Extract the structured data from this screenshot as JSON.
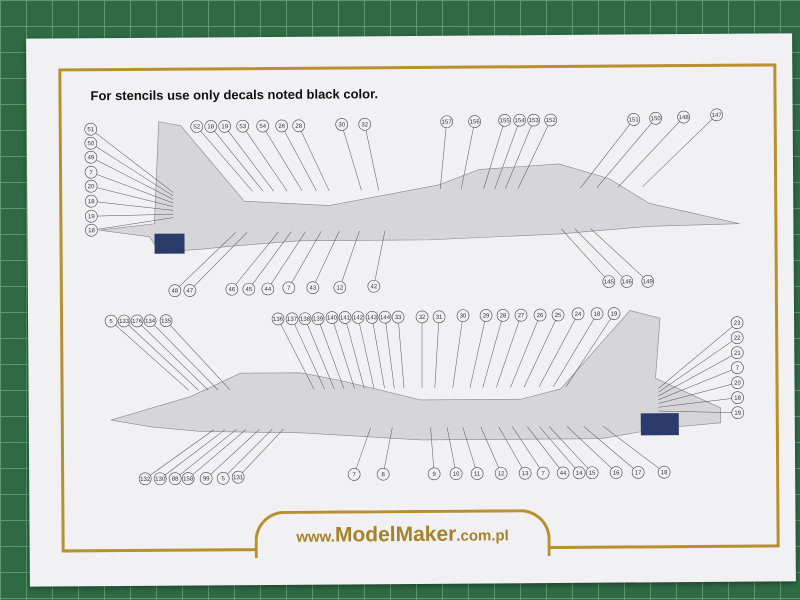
{
  "header": {
    "note": "For stencils use only decals noted black color."
  },
  "logo": {
    "prefix": "www.",
    "brand": "ModelMaker",
    "suffix": ".com.pl"
  },
  "top_view": {
    "left": [
      "51",
      "50",
      "49",
      "7",
      "20",
      "18",
      "19",
      "18"
    ],
    "top": [
      "52",
      "18",
      "19",
      "53",
      "54",
      "26",
      "28",
      "30",
      "32",
      "157",
      "156",
      "155",
      "154",
      "153",
      "152",
      "151",
      "150",
      "148",
      "147"
    ],
    "bottom": [
      "48",
      "47",
      "46",
      "45",
      "44",
      "7",
      "43",
      "12",
      "42",
      "145",
      "146",
      "149"
    ]
  },
  "bottom_view": {
    "top": [
      "5",
      "133",
      "176",
      "134",
      "135",
      "136",
      "137",
      "138",
      "139",
      "140",
      "141",
      "142",
      "143",
      "144",
      "33",
      "32",
      "31",
      "30",
      "29",
      "28",
      "27",
      "26",
      "25",
      "24",
      "18",
      "19"
    ],
    "right": [
      "23",
      "22",
      "21",
      "7",
      "20",
      "18",
      "19"
    ],
    "bottom": [
      "132",
      "130",
      "88",
      "158",
      "99",
      "5",
      "131",
      "7",
      "8",
      "9",
      "10",
      "11",
      "12",
      "13",
      "7",
      "44",
      "14",
      "15",
      "16",
      "17",
      "18"
    ]
  },
  "colors": {
    "aircraft": "#d6d6da",
    "frame": "#b8902e",
    "intake": "#2a3a6a"
  }
}
